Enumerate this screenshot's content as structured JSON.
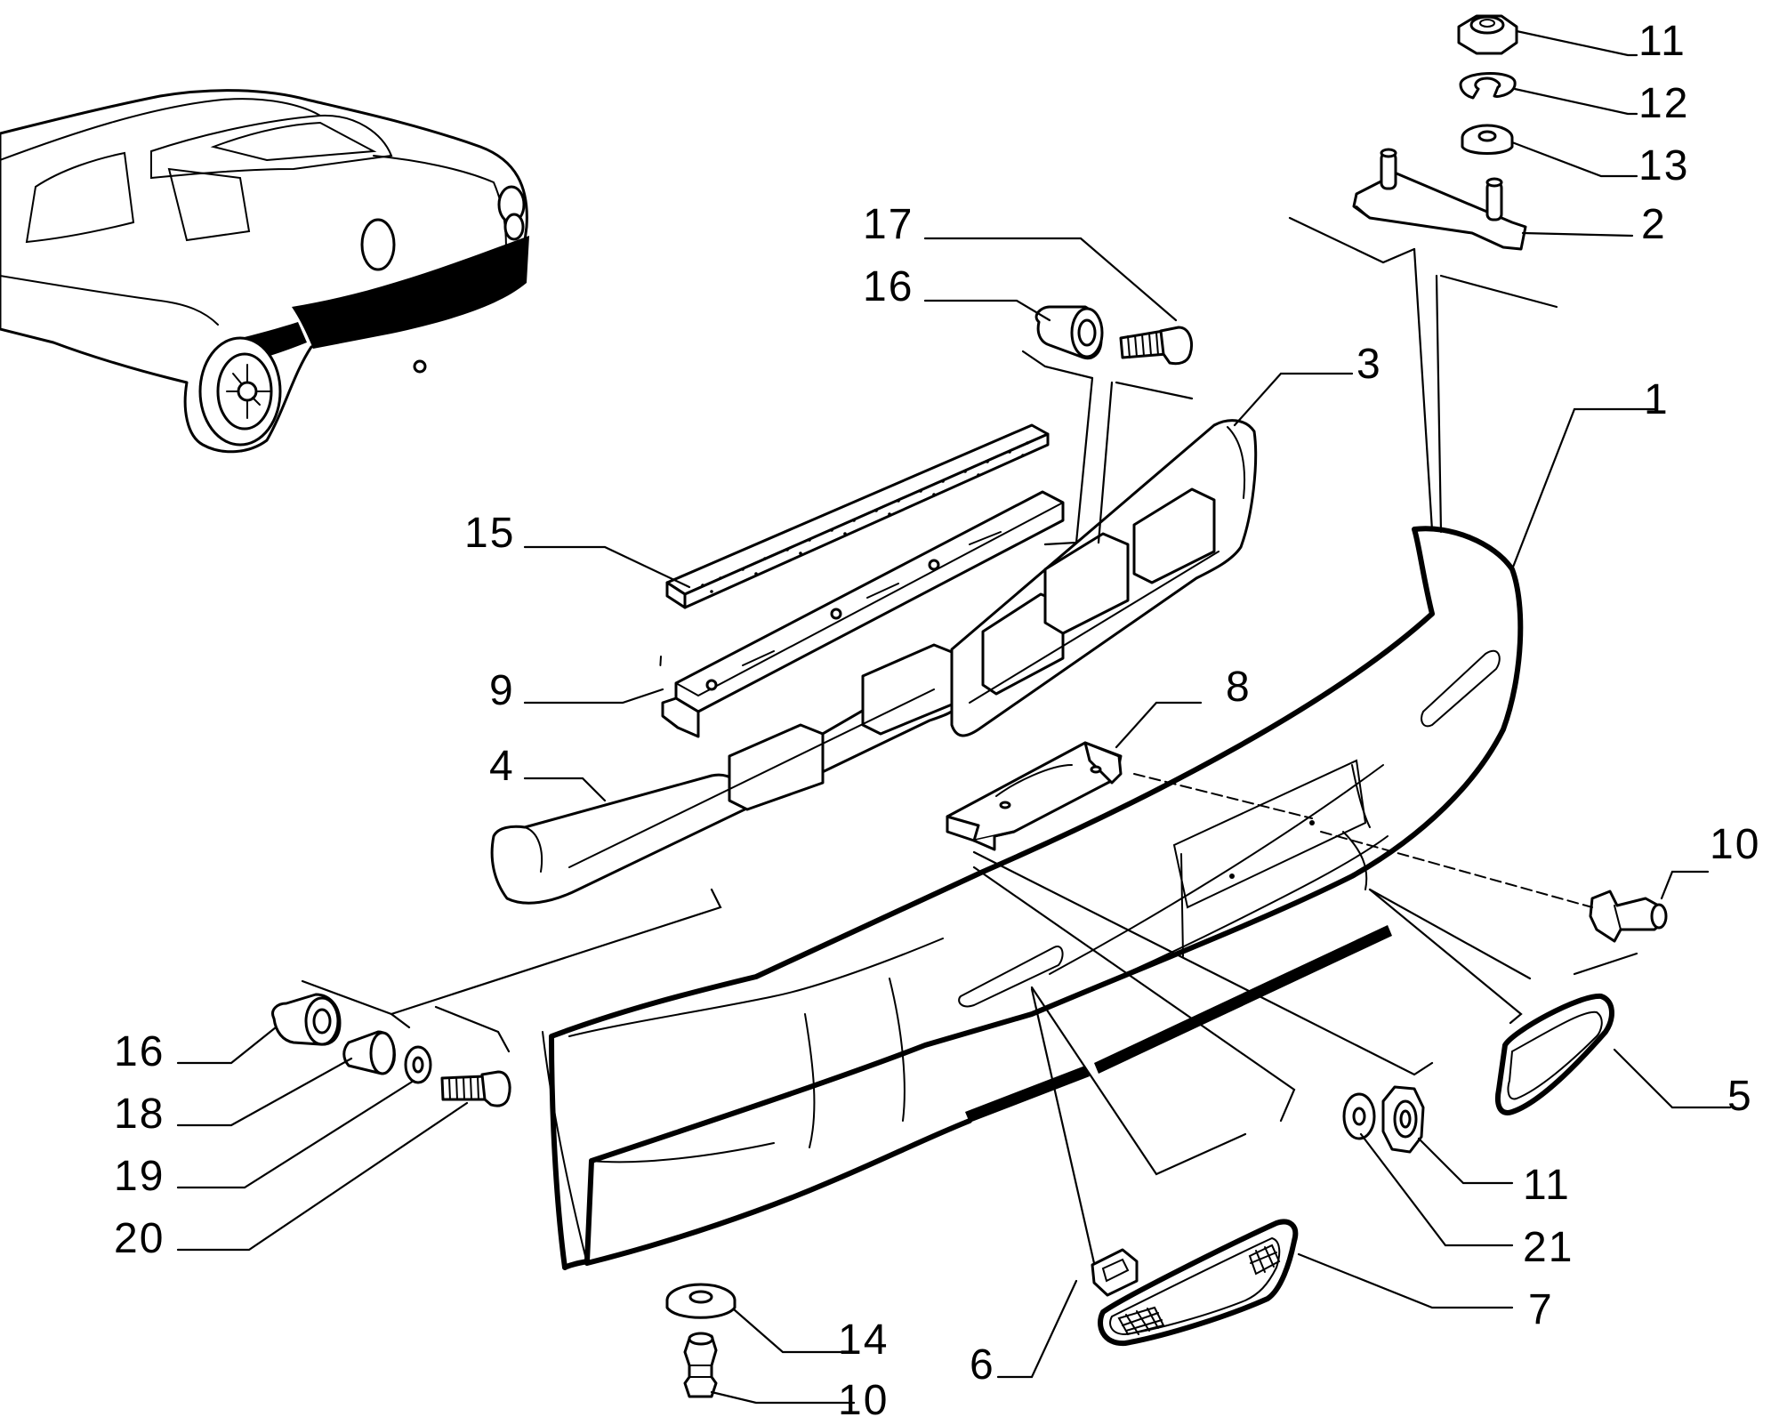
{
  "diagram": {
    "callouts": [
      {
        "id": "c11a",
        "text": "11"
      },
      {
        "id": "c12",
        "text": "12"
      },
      {
        "id": "c13",
        "text": "13"
      },
      {
        "id": "c2",
        "text": "2"
      },
      {
        "id": "c17",
        "text": "17"
      },
      {
        "id": "c16a",
        "text": "16"
      },
      {
        "id": "c3",
        "text": "3"
      },
      {
        "id": "c1",
        "text": "1"
      },
      {
        "id": "c15",
        "text": "15"
      },
      {
        "id": "c9",
        "text": "9"
      },
      {
        "id": "c8",
        "text": "8"
      },
      {
        "id": "c4",
        "text": "4"
      },
      {
        "id": "c10a",
        "text": "10"
      },
      {
        "id": "c5",
        "text": "5"
      },
      {
        "id": "c16b",
        "text": "16"
      },
      {
        "id": "c18",
        "text": "18"
      },
      {
        "id": "c19",
        "text": "19"
      },
      {
        "id": "c20",
        "text": "20"
      },
      {
        "id": "c11b",
        "text": "11"
      },
      {
        "id": "c21",
        "text": "21"
      },
      {
        "id": "c7",
        "text": "7"
      },
      {
        "id": "c14",
        "text": "14"
      },
      {
        "id": "c6",
        "text": "6"
      },
      {
        "id": "c10b",
        "text": "10"
      }
    ]
  }
}
